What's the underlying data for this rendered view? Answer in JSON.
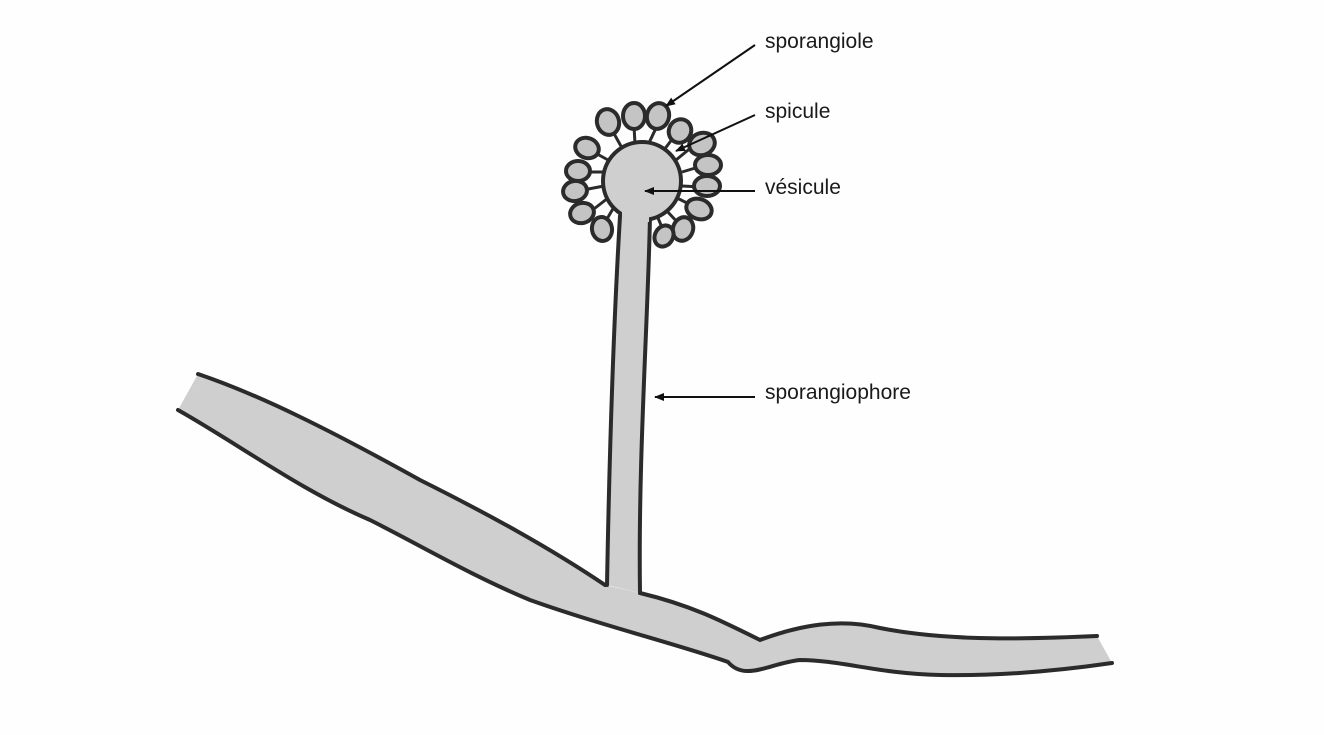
{
  "labels": {
    "sporangiole": "sporangiole",
    "spicule": "spicule",
    "vesicule": "vésicule",
    "sporangiophore": "sporangiophore"
  },
  "colors": {
    "background": "#fefefe",
    "fill": "#cfcfcf",
    "outline": "#2b2b2b",
    "text": "#1a1a1a"
  }
}
